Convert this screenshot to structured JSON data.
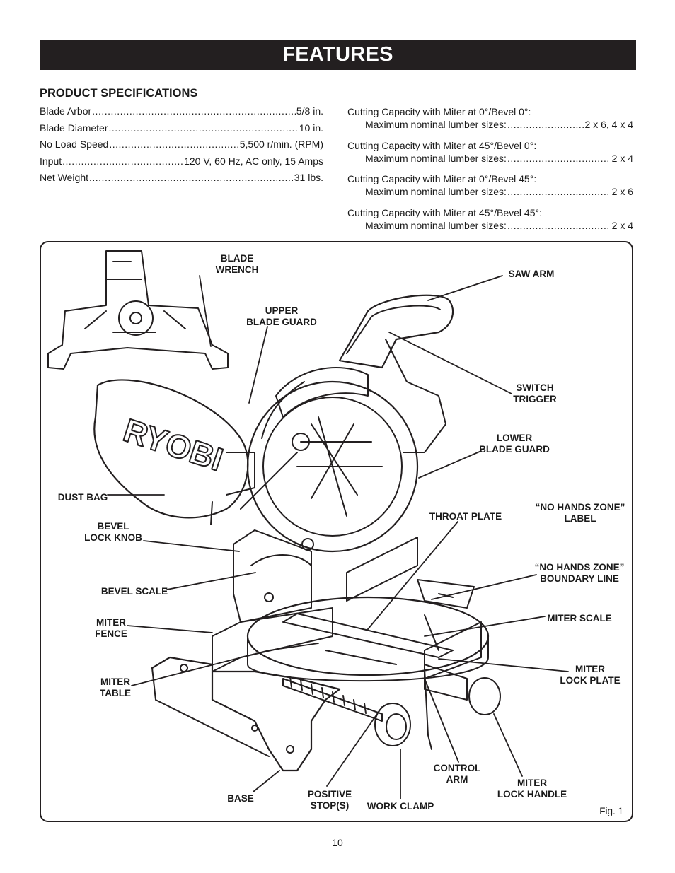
{
  "header": {
    "title": "FEATURES"
  },
  "specs": {
    "heading": "PRODUCT SPECIFICATIONS",
    "rows": [
      {
        "label": "Blade Arbor ",
        "value": " 5/8 in."
      },
      {
        "label": "Blade Diameter",
        "value": " 10 in."
      },
      {
        "label": "No Load Speed ",
        "value": " 5,500 r/min. (RPM)"
      },
      {
        "label": "Input ",
        "value": "120 V, 60 Hz, AC only, 15 Amps"
      },
      {
        "label": "Net Weight",
        "value": " 31 lbs."
      }
    ],
    "capacities": [
      {
        "title": "Cutting Capacity with Miter at 0°/Bevel 0°:",
        "label": "Maximum nominal lumber sizes: ",
        "value": "2 x 6, 4 x 4"
      },
      {
        "title": "Cutting Capacity with Miter at 45°/Bevel 0°:",
        "label": "Maximum nominal lumber sizes: ",
        "value": "2 x 4"
      },
      {
        "title": "Cutting Capacity with Miter at 0°/Bevel 45°:",
        "label": "Maximum nominal lumber sizes: ",
        "value": "2 x 6"
      },
      {
        "title": "Cutting Capacity with Miter at 45°/Bevel 45°:",
        "label": "Maximum nominal lumber sizes: ",
        "value": "2 x 4"
      }
    ]
  },
  "figure": {
    "brand_logo": "RYOBI",
    "fig_label": "Fig. 1",
    "callouts": {
      "blade_wrench": "BLADE\nWRENCH",
      "saw_arm": "SAW ARM",
      "upper_blade_guard": "UPPER\nBLADE GUARD",
      "switch_trigger": "SWITCH\nTRIGGER",
      "lower_blade_guard": "LOWER\nBLADE GUARD",
      "dust_bag": "DUST BAG",
      "throat_plate": "THROAT PLATE",
      "no_hands_zone_label": "“NO HANDS ZONE”\nLABEL",
      "bevel_lock_knob": "BEVEL\nLOCK KNOB",
      "no_hands_zone_boundary": "“NO HANDS ZONE”\nBOUNDARY LINE",
      "bevel_scale": "BEVEL SCALE",
      "miter_scale": "MITER SCALE",
      "miter_fence": "MITER\nFENCE",
      "miter_lock_plate": "MITER\nLOCK PLATE",
      "miter_table": "MITER\nTABLE",
      "control_arm": "CONTROL\nARM",
      "miter_lock_handle": "MITER\nLOCK HANDLE",
      "base": "BASE",
      "positive_stops": "POSITIVE\nSTOP(S)",
      "work_clamp": "WORK CLAMP"
    }
  },
  "footer": {
    "page_number": "10"
  }
}
